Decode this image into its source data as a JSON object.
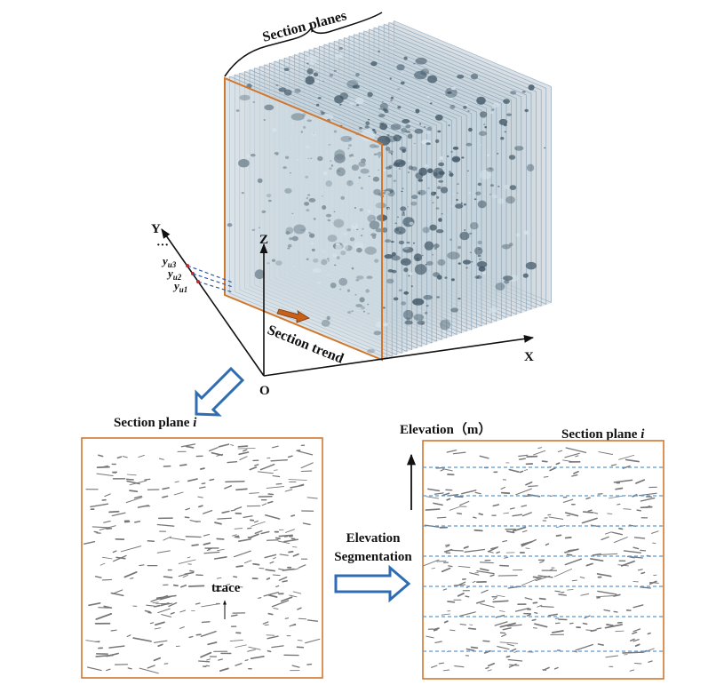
{
  "labels": {
    "section_planes": "Section planes",
    "section_trend": "Section trend",
    "axis_x": "X",
    "axis_y": "Y",
    "axis_z": "Z",
    "origin": "O",
    "y_dots": "···",
    "y_u_prefix": "y",
    "y_u3_sub": "u3",
    "y_u2_sub": "u2",
    "y_u1_sub": "u1",
    "section_plane_i_text": "Section plane ",
    "section_plane_i_var": "i",
    "trace": "trace",
    "elevation": "Elevation（m）",
    "arrow_label_line1": "Elevation",
    "arrow_label_line2": "Segmentation"
  },
  "colors": {
    "frame": "#d2772e",
    "plane_stroke": "#9db5c9",
    "plane_fill": "#dfe9f1",
    "hollow_arrow": "#2f6db3",
    "dashed_line": "#5b9bd5",
    "trend_arrow": "#c8601a",
    "fracture": "#777777",
    "axis": "#111111"
  }
}
